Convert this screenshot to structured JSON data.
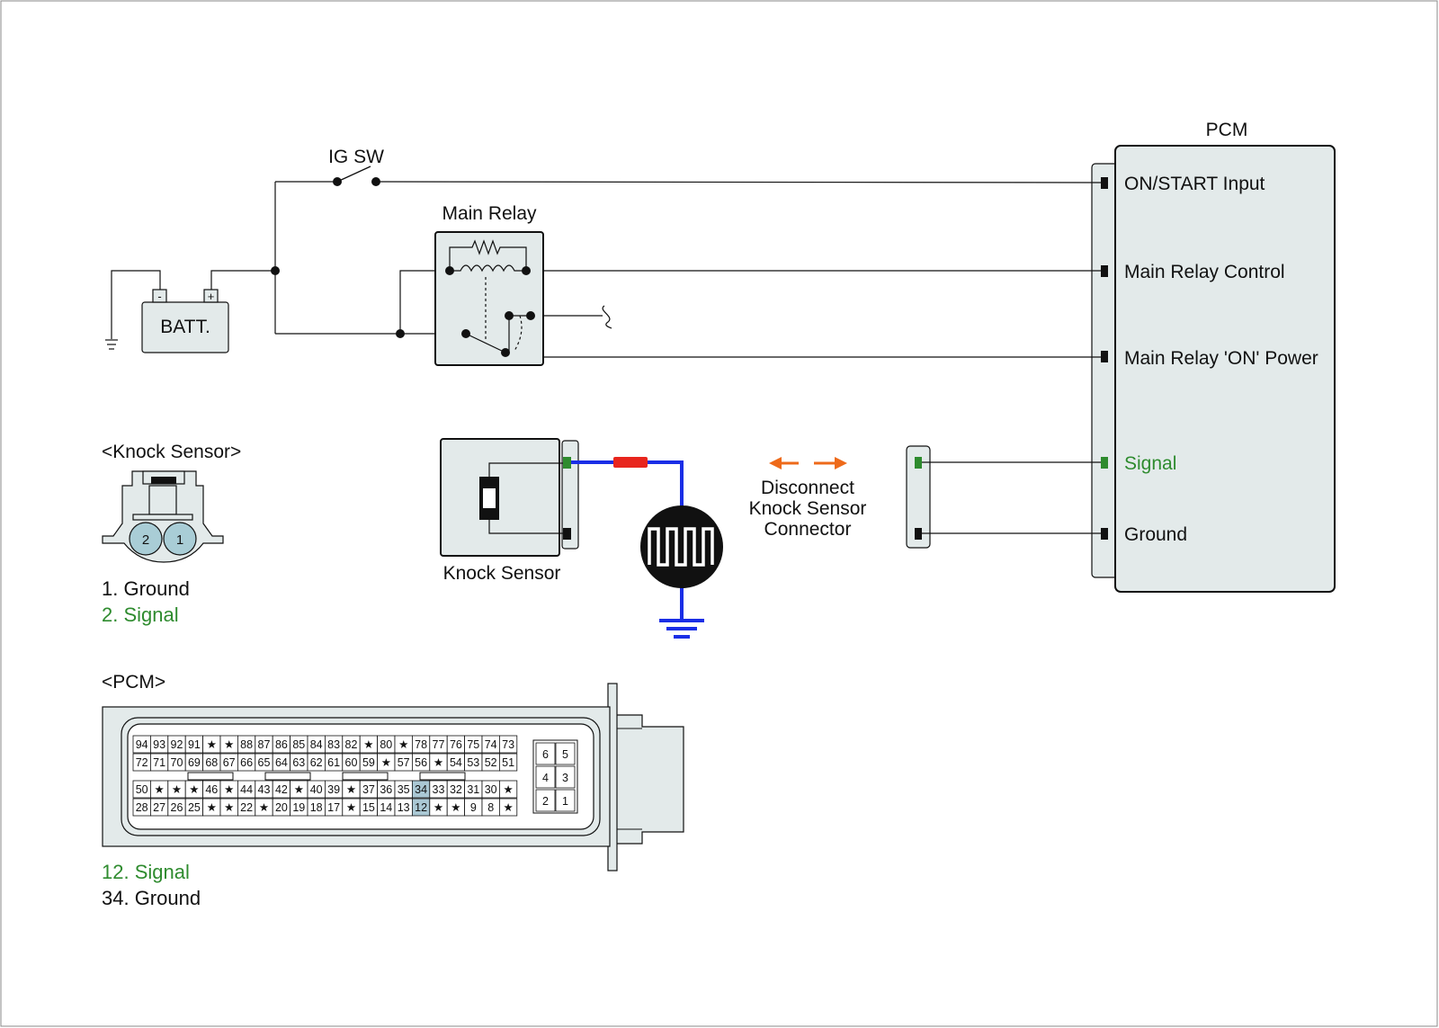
{
  "pcm_box": {
    "title": "PCM",
    "terminals": {
      "on_start": "ON/START Input",
      "relay_control": "Main Relay Control",
      "relay_power": "Main Relay 'ON' Power",
      "signal": "Signal",
      "ground": "Ground"
    }
  },
  "switch_label": "IG SW",
  "relay_label": "Main Relay",
  "battery": {
    "label": "BATT.",
    "minus": "-",
    "plus": "+"
  },
  "knock_sensor": {
    "label": "Knock Sensor",
    "connector_title": "<Knock Sensor>",
    "pin2": "2",
    "pin1": "1",
    "pins": [
      "1. Ground",
      "2. Signal"
    ]
  },
  "disconnect_note": [
    "Disconnect",
    "Knock Sensor",
    "Connector"
  ],
  "pcm_connector": {
    "title": "<PCM>",
    "pins": [
      "12. Signal",
      "34. Ground"
    ],
    "rows": [
      [
        "94",
        "93",
        "92",
        "91",
        "★",
        "★",
        "88",
        "87",
        "86",
        "85",
        "84",
        "83",
        "82",
        "★",
        "80",
        "★",
        "78",
        "77",
        "76",
        "75",
        "74",
        "73"
      ],
      [
        "72",
        "71",
        "70",
        "69",
        "68",
        "67",
        "66",
        "65",
        "64",
        "63",
        "62",
        "61",
        "60",
        "59",
        "★",
        "57",
        "56",
        "★",
        "54",
        "53",
        "52",
        "51"
      ],
      [
        "50",
        "★",
        "★",
        "★",
        "46",
        "★",
        "44",
        "43",
        "42",
        "★",
        "40",
        "39",
        "★",
        "37",
        "36",
        "35",
        "34",
        "33",
        "32",
        "31",
        "30",
        "★"
      ],
      [
        "28",
        "27",
        "26",
        "25",
        "★",
        "★",
        "22",
        "★",
        "20",
        "19",
        "18",
        "17",
        "★",
        "15",
        "14",
        "13",
        "12",
        "★",
        "★",
        "9",
        "8",
        "★"
      ]
    ],
    "highlighted": [
      "34",
      "12"
    ],
    "small_block": [
      "6",
      "5",
      "4",
      "3",
      "2",
      "1"
    ]
  },
  "colors": {
    "signal_green": "#2e8b2e",
    "wire_blue": "#1a2ee6",
    "resistor_red": "#e8251d",
    "arrow_orange": "#ee6a1a",
    "box_fill": "#e3eaea",
    "pin_highlight": "#aac8d4",
    "connector_pin_fill": "#a9cdd6"
  }
}
